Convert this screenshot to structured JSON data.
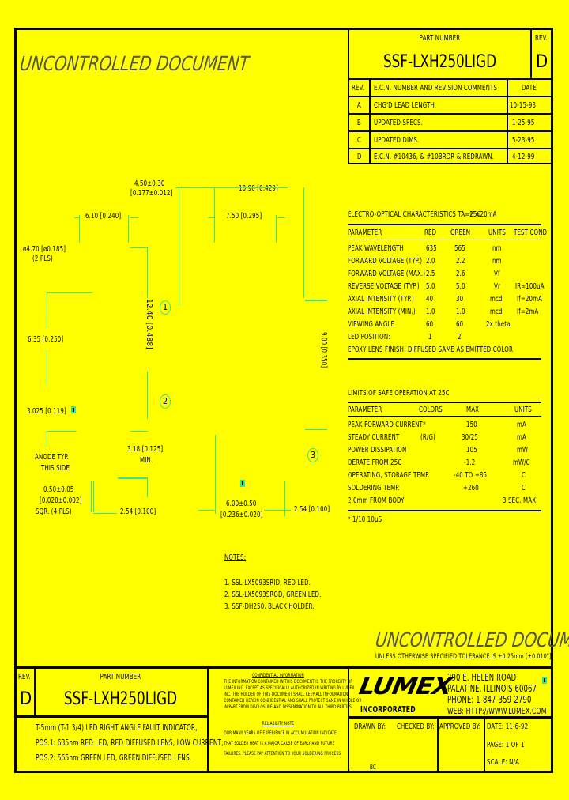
{
  "watermark": "UNCONTROLLED DOCUMENT",
  "title_block_top": {
    "part_number_label": "PART NUMBER",
    "part_number": "SSF-LXH250LIGD",
    "rev_label": "REV.",
    "rev": "D"
  },
  "revision_table": {
    "headers": [
      "REV.",
      "E.C.N. NUMBER AND REVISION COMMENTS",
      "DATE"
    ],
    "rows": [
      {
        "rev": "A",
        "comment": "CHG'D LEAD LENGTH.",
        "date": "10-15-93"
      },
      {
        "rev": "B",
        "comment": "UPDATED SPECS.",
        "date": "1-25-95"
      },
      {
        "rev": "C",
        "comment": "UPDATED DIMS.",
        "date": "5-23-95"
      },
      {
        "rev": "D",
        "comment": "E.C.N. #10436, & #10BRDR & REDRAWN.",
        "date": "4-12-99"
      }
    ]
  },
  "dimensions": {
    "d1": "4.50±0.30",
    "d1b": "[0.177±0.012]",
    "d2": "10.90 [0.429]",
    "d3": "6.10 [0.240]",
    "d4": "7.50 [0.295]",
    "d5": "ø4.70 [ø0.185]",
    "d5b": "(2 PLS)",
    "d6": "6.35 [0.250]",
    "d7": "12.40 [0.488]",
    "d8": "9.00 [0.350]",
    "d9": "3.025 [0.119]",
    "d10": "3.18 [0.125]",
    "d10b": "MIN.",
    "d11a": "ANODE TYP.",
    "d11b": "THIS SIDE",
    "d12": "0.50±0.05",
    "d12b": "[0.020±0.002]",
    "d12c": "SQR. (4 PLS)",
    "d13": "2.54 [0.100]",
    "d14": "6.00±0.50",
    "d14b": "[0.236±0.020]",
    "d15": "2.54 [0.100]",
    "callouts": [
      "1",
      "2",
      "3"
    ]
  },
  "electro_optical": {
    "title": "ELECTRO-OPTICAL CHARACTERISTICS TA=25C",
    "condition": "IF=20mA",
    "headers": [
      "PARAMETER",
      "RED",
      "GREEN",
      "UNITS",
      "TEST COND"
    ],
    "rows": [
      {
        "param": "PEAK WAVELENGTH",
        "red": "635",
        "green": "565",
        "units": "nm",
        "cond": ""
      },
      {
        "param": "FORWARD VOLTAGE (TYP.)",
        "red": "2.0",
        "green": "2.2",
        "units": "nm",
        "cond": ""
      },
      {
        "param": "FORWARD VOLTAGE (MAX.)",
        "red": "2.5",
        "green": "2.6",
        "units": "Vf",
        "cond": ""
      },
      {
        "param": "REVERSE VOLTAGE (TYP.)",
        "red": "5.0",
        "green": "5.0",
        "units": "Vr",
        "cond": "IR=100uA"
      },
      {
        "param": "AXIAL INTENSITY (TYP.)",
        "red": "40",
        "green": "30",
        "units": "mcd",
        "cond": "If=20mA"
      },
      {
        "param": "AXIAL INTENSITY (MIN.)",
        "red": "1.0",
        "green": "1.0",
        "units": "mcd",
        "cond": "If=2mA"
      },
      {
        "param": "VIEWING ANGLE",
        "red": "60",
        "green": "60",
        "units": "2x theta",
        "cond": ""
      },
      {
        "param": "LED POSITION:",
        "red": "1",
        "green": "2",
        "units": "",
        "cond": ""
      }
    ],
    "footer": "EPOXY LENS FINISH:   DIFFUSED SAME AS EMITTED COLOR"
  },
  "safe_operation": {
    "title": "LIMITS OF SAFE OPERATION AT 25C",
    "headers": [
      "PARAMETER",
      "COLORS",
      "MAX",
      "UNITS"
    ],
    "rows": [
      {
        "param": "PEAK FORWARD CURRENT*",
        "colors": "",
        "max": "150",
        "units": "mA"
      },
      {
        "param": "STEADY CURRENT",
        "colors": "(R/G)",
        "max": "30/25",
        "units": "mA"
      },
      {
        "param": "POWER DISSIPATION",
        "colors": "",
        "max": "105",
        "units": "mW"
      },
      {
        "param": "DERATE FROM 25C",
        "colors": "",
        "max": "-1.2",
        "units": "mW/C"
      },
      {
        "param": "OPERATING, STORAGE TEMP.",
        "colors": "",
        "max": "-40 TO +85",
        "units": "C"
      },
      {
        "param": "SOLDERING TEMP.",
        "colors": "",
        "max": "+260",
        "units": "C"
      },
      {
        "param": "2.0mm FROM BODY",
        "colors": "",
        "max": "",
        "units": "3 SEC. MAX"
      }
    ],
    "footnote": "* 1/10 10µS"
  },
  "notes": {
    "title": "NOTES:",
    "items": [
      "1. SSL-LX5093SRID, RED LED.",
      "2. SSL-LX5093SRGD, GREEN LED.",
      "3. SSF-DH250, BLACK HOLDER."
    ]
  },
  "tolerance_note": "UNLESS OTHERWISE SPECIFIED TOLERANCE IS ±0.25mm [±0.010\"]",
  "title_block_bottom": {
    "rev_label": "REV.",
    "rev": "D",
    "part_number_label": "PART NUMBER",
    "part_number": "SSF-LXH250LIGD",
    "description": [
      "T-5mm (T-1 3/4) LED RIGHT ANGLE FAULT INDICATOR,",
      "POS.1: 635nm RED LED, RED DIFFUSED LENS, LOW CURRENT,",
      "POS.2: 565nm GREEN LED, GREEN DIFFUSED LENS."
    ],
    "confidential_title": "CONFIDENTIAL INFORMATION",
    "confidential_text": [
      "THE INFORMATION CONTAINED IN THIS DOCUMENT IS THE PROPERTY OF",
      "LUMEX INC. EXCEPT AS SPECIFICALLY AUTHORIZED IN WRITING BY LUMEX",
      "INC. THE HOLDER OF THIS DOCUMENT SHALL KEEP ALL INFORMATION",
      "CONTAINED HEREIN CONFIDENTIAL AND SHALL PROTECT SAME IN WHOLE OR",
      "IN PART FROM DISCLOSURE AND DISSEMINATION TO ALL THIRD PARTIES."
    ],
    "reliability_title": "RELIABILITY NOTE",
    "reliability_text": [
      "OUR MANY YEARS OF EXPERIENCE IN ACCUMULATION INDICATE",
      "THAT SOLDER HEAT IS A MAJOR CAUSE OF EARLY AND FUTURE",
      "FAILURES. PLEASE PAY ATTENTION TO YOUR SOLDERING PROCESS."
    ],
    "company": {
      "logo": "LUMEX",
      "sub": "INCORPORATED",
      "address1": "290 E. HELEN ROAD",
      "address2": "PALATINE, ILLINOIS  60067",
      "phone": "PHONE: 1-847-359-2790",
      "web": "WEB: HTTP://WWW.LUMEX.COM"
    },
    "drawn_by_label": "DRAWN BY:",
    "drawn_by": "BC",
    "checked_by_label": "CHECKED BY:",
    "approved_by_label": "APPROVED BY:",
    "date": "DATE:  11-6-92",
    "page": "PAGE:   1 OF 1",
    "scale": "SCALE:   N/A"
  },
  "colors": {
    "background": "#ffff00",
    "lines": "#000000",
    "dimension_lines": "#2ee89a",
    "watermark": "#555555"
  }
}
